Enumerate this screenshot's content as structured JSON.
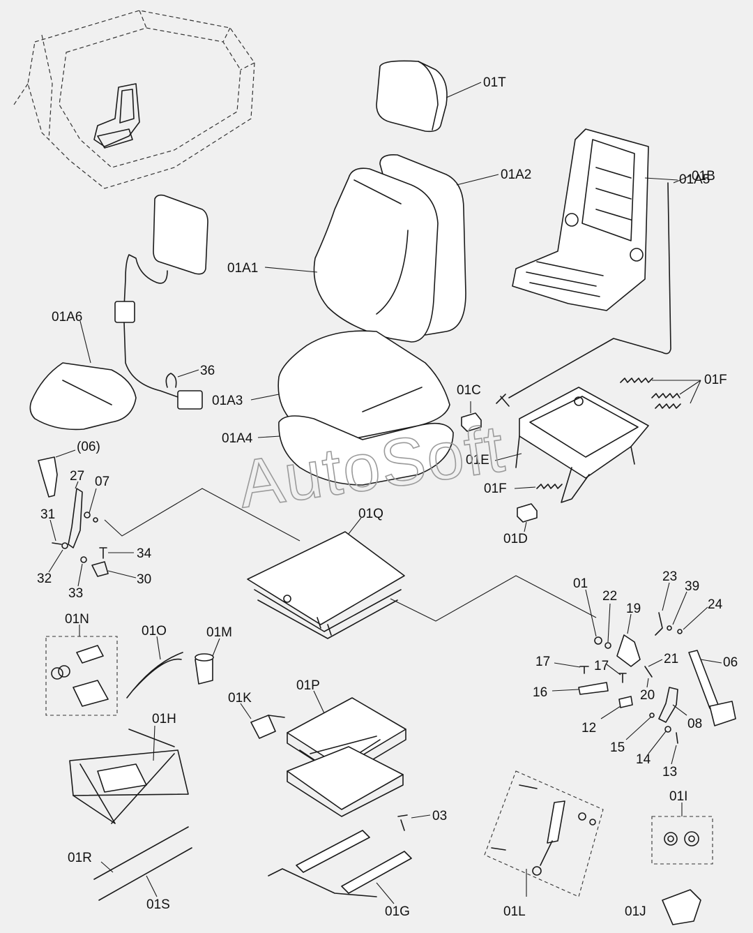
{
  "watermark": "AutoSoft",
  "colors": {
    "background": "#f0f0f0",
    "line": "#1a1a1a",
    "watermark": "#9a9a9a"
  },
  "labels": {
    "01T": "01T",
    "01A2": "01A2",
    "01A5": "01A5",
    "01A1": "01A1",
    "01A6": "01A6",
    "01B": "01B",
    "36": "36",
    "01C": "01C",
    "01F_top": "01F",
    "01A3": "01A3",
    "01A4": "01A4",
    "06_paren": "(06)",
    "01E": "01E",
    "01F_mid": "01F",
    "27": "27",
    "07": "07",
    "31": "31",
    "01Q": "01Q",
    "01D": "01D",
    "34": "34",
    "32": "32",
    "30": "30",
    "33": "33",
    "01": "01",
    "23": "23",
    "39": "39",
    "22": "22",
    "24": "24",
    "19": "19",
    "01N": "01N",
    "01O": "01O",
    "01M": "01M",
    "17a": "17",
    "17b": "17",
    "21": "21",
    "06": "06",
    "16": "16",
    "20": "20",
    "01K": "01K",
    "01P": "01P",
    "01H": "01H",
    "12": "12",
    "08": "08",
    "15": "15",
    "14": "14",
    "13": "13",
    "01I": "01I",
    "03": "03",
    "01R": "01R",
    "01S": "01S",
    "01G": "01G",
    "01L": "01L",
    "01J": "01J"
  }
}
